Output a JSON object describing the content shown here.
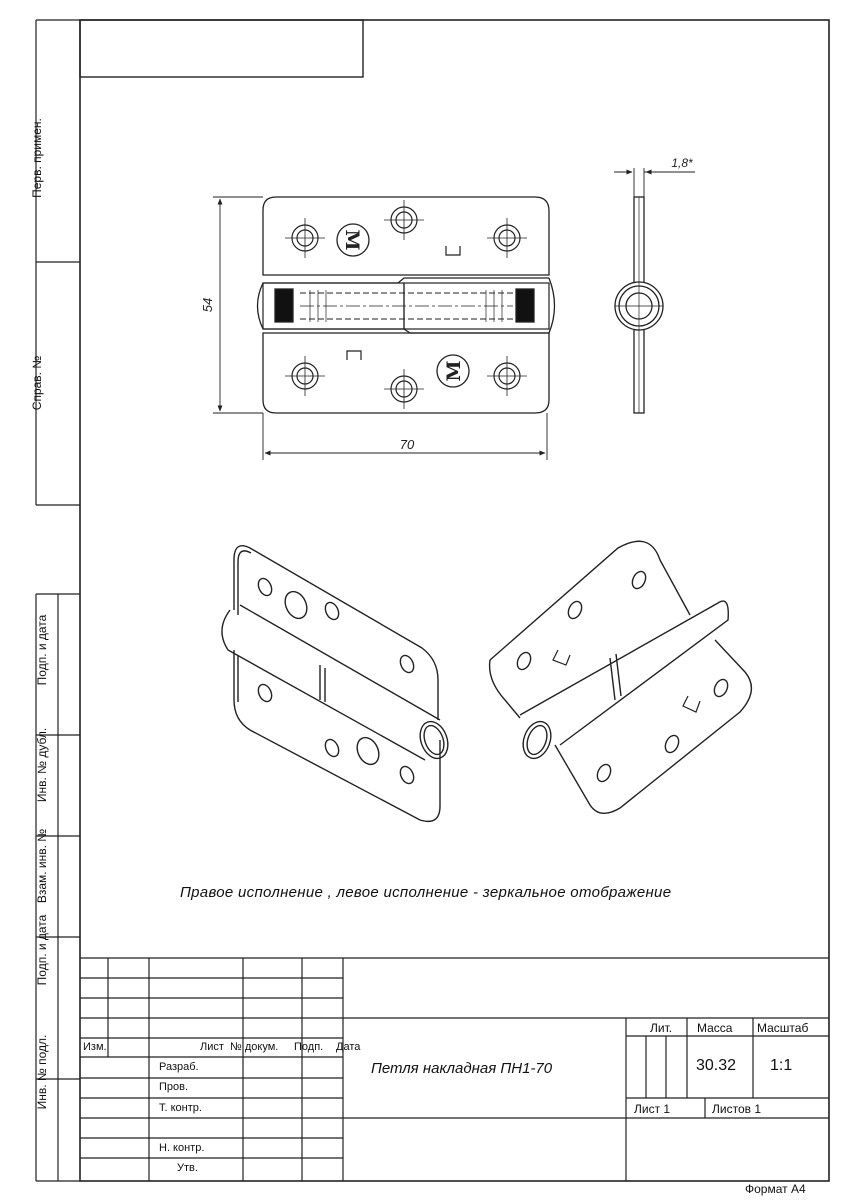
{
  "side_columns": {
    "perv_primen": "Перв. примен.",
    "sprav_no": "Справ. №",
    "podp_data_1": "Подп. и дата",
    "inv_dubl": "Инв. № дубл.",
    "vzam_inv": "Взам. инв. №",
    "podp_data_2": "Подп. и дата",
    "inv_podl": "Инв. № подл."
  },
  "dimensions": {
    "height": "54",
    "width": "70",
    "thickness": "1,8*"
  },
  "caption": "Правое исполнение   , левое исполнение - зеркальное отображение",
  "title_block": {
    "header_izm": "Изм.",
    "header_list": "Лист",
    "header_dokum": "№ докум.",
    "header_podp": "Подп.",
    "header_data": "Дата",
    "row_razrab": "Разраб.",
    "row_prov": "Пров.",
    "row_tkontr": "Т. контр.",
    "row_nkontr": "Н. контр.",
    "row_utv": "Утв.",
    "document_title": "Петля накладная ПН1-70",
    "lit_label": "Лит.",
    "massa_label": "Масса",
    "masshtab_label": "Масштаб",
    "massa_value": "30.32",
    "masshtab_value": "1:1",
    "list_label": "Лист 1",
    "listov_label": "Листов 1"
  },
  "format_label": "Формат А4",
  "logo_letter": "M"
}
